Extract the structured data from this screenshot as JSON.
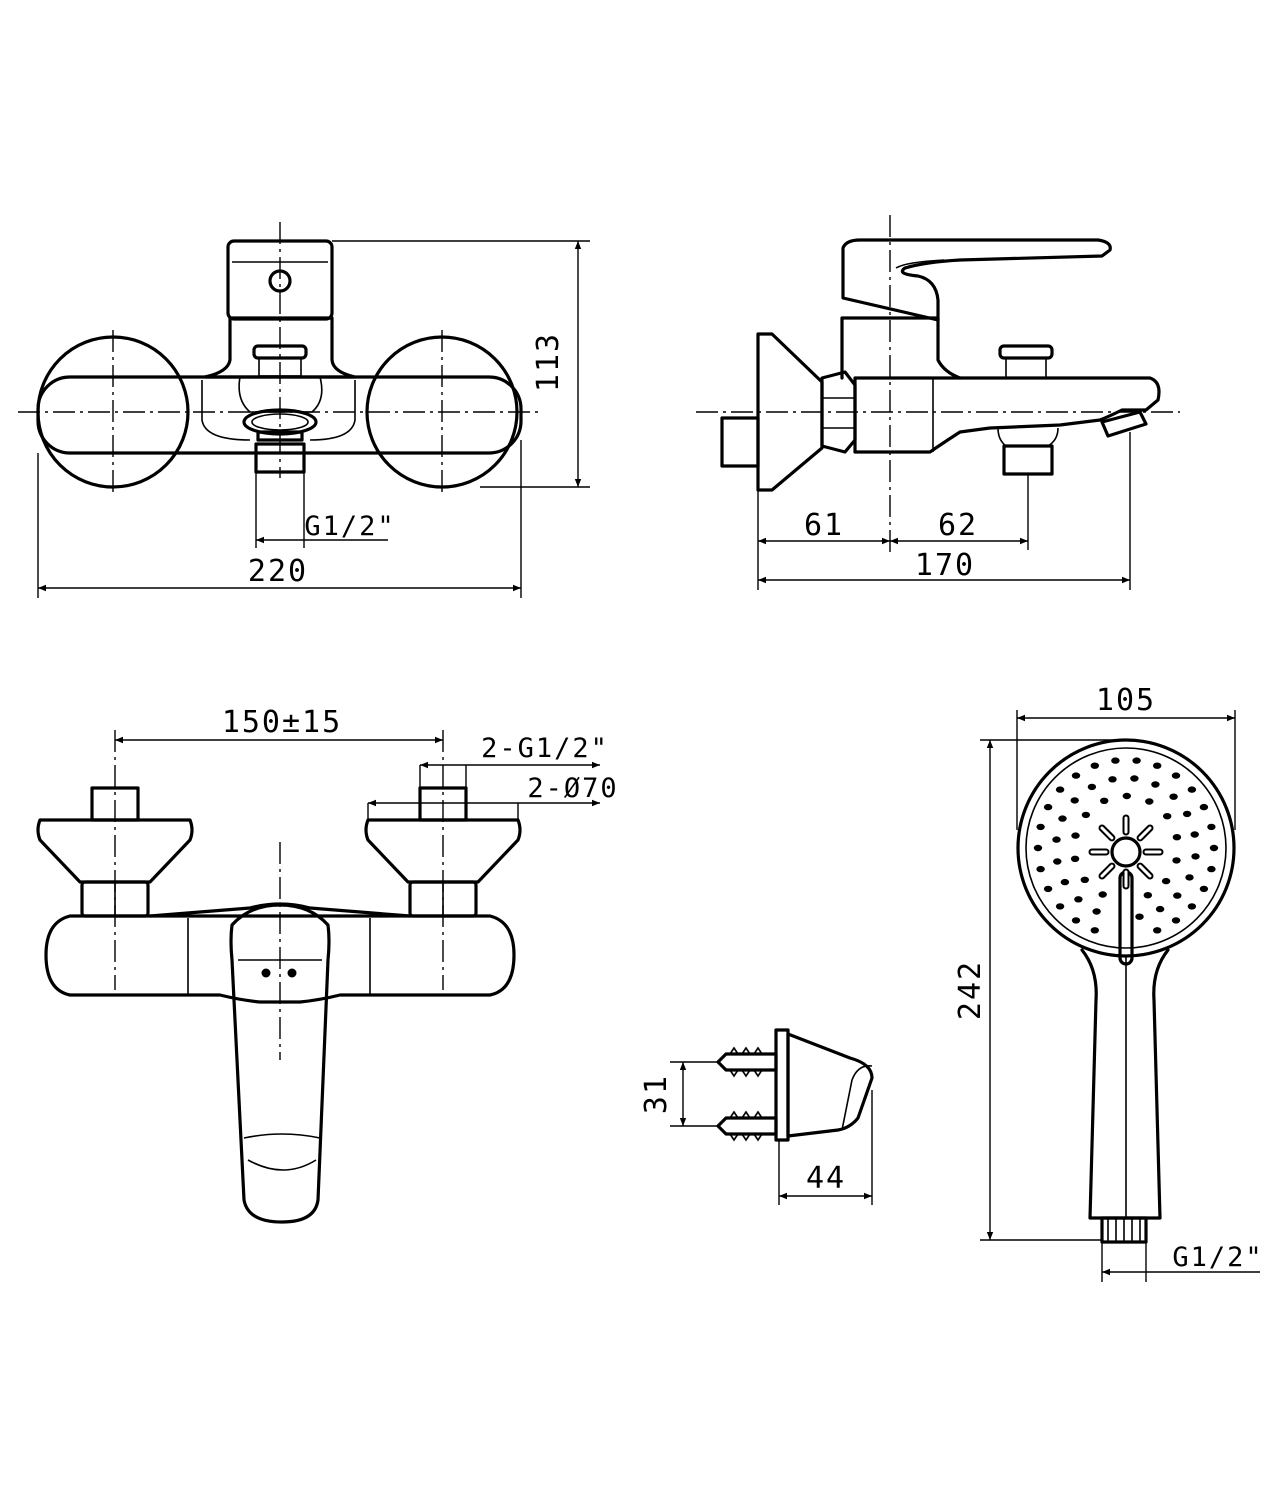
{
  "colors": {
    "line": "#000000",
    "background": "#ffffff"
  },
  "dimensions": {
    "front_height": "113",
    "front_width": "220",
    "front_outlet_thread": "G1/2\"",
    "side_wall_to_axis": "61",
    "side_axis_to_outlet": "62",
    "side_total_depth": "170",
    "bottom_centers": "150±15",
    "bottom_inlet_thread": "2-G1/2\"",
    "bottom_flange_diameter": "2-Ø70",
    "holder_screw_spacing": "31",
    "holder_depth": "44",
    "handshower_width": "105",
    "handshower_length": "242",
    "handshower_thread": "G1/2\""
  }
}
